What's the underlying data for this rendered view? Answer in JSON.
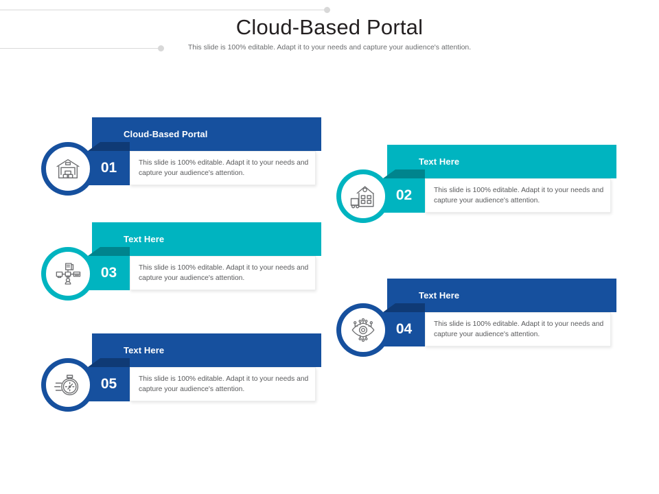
{
  "slide": {
    "title": "Cloud-Based  Portal",
    "subtitle": "This slide is 100% editable. Adapt it to your needs and capture your audience's attention."
  },
  "colors": {
    "blue": "#16509E",
    "blue_dark": "#0F3A75",
    "teal": "#00B4C0",
    "teal_dark": "#00848D",
    "body_text": "#58595B",
    "title_text": "#231F20",
    "background": "#FFFFFF"
  },
  "body_text_default": "This slide is 100% editable. Adapt it to your needs and capture your audience's attention.",
  "items": [
    {
      "number": "01",
      "heading": "Cloud-Based Portal",
      "body": "This slide is 100% editable. Adapt it to your needs and capture your audience's attention.",
      "theme": "blue",
      "icon": "warehouse-icon",
      "side": "left"
    },
    {
      "number": "02",
      "heading": "Text Here",
      "body": "This slide is 100% editable. Adapt it to your needs and capture your audience's attention.",
      "theme": "teal",
      "icon": "warehouse-truck-icon",
      "side": "right"
    },
    {
      "number": "03",
      "heading": "Text Here",
      "body": "This slide is 100% editable. Adapt it to your needs and capture your audience's attention.",
      "theme": "teal",
      "icon": "connected-devices-icon",
      "side": "left"
    },
    {
      "number": "04",
      "heading": "Text Here",
      "body": "This slide is 100% editable. Adapt it to your needs and capture your audience's attention.",
      "theme": "blue",
      "icon": "ai-vision-eye-icon",
      "side": "right"
    },
    {
      "number": "05",
      "heading": "Text Here",
      "body": "This slide is 100% editable. Adapt it to your needs and capture your audience's attention.",
      "theme": "blue",
      "icon": "stopwatch-icon",
      "side": "left"
    }
  ]
}
